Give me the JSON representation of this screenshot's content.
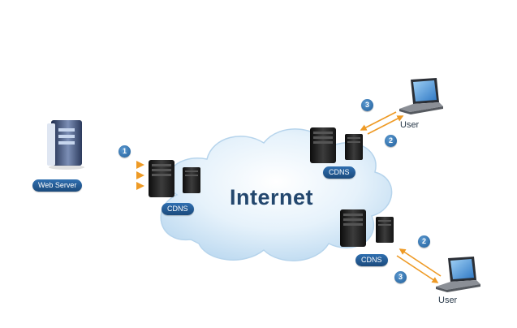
{
  "cloud": {
    "label": "Internet"
  },
  "web_server": {
    "label": "Web Server"
  },
  "cdn_nodes": [
    {
      "label": "CDNS"
    },
    {
      "label": "CDNS"
    },
    {
      "label": "CDNS"
    }
  ],
  "users": [
    {
      "label": "User"
    },
    {
      "label": "User"
    }
  ],
  "steps": {
    "server_push": "1",
    "top_request": "2",
    "top_response": "3",
    "bottom_request": "2",
    "bottom_response": "3"
  },
  "colors": {
    "arrow": "#f0a030",
    "cloud": "#d9ebf9",
    "pill": "#1f5590",
    "title": "#23476e"
  }
}
